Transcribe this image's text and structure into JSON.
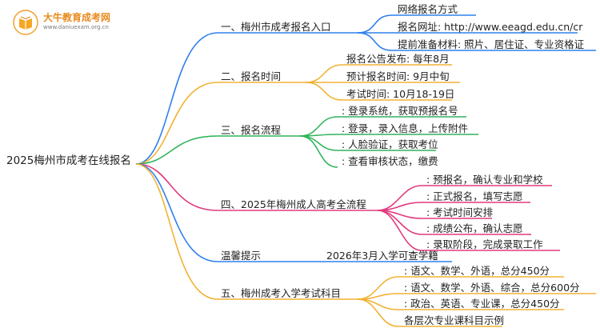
{
  "logo": {
    "title": "大牛教育成考网",
    "subtitle": "www.daniuexam.org.cn"
  },
  "mindmap": {
    "root": "2025梅州市成考在线报名",
    "colors": {
      "branch1": "#2f80ed",
      "branch2": "#f2b233",
      "branch3": "#2fb45a",
      "branch4": "#e23a7f",
      "branch5": "#2f80ed",
      "branch6": "#f2b233"
    },
    "branches": [
      {
        "label": "一、梅州市成考报名入口",
        "children": [
          "网络报名方式",
          "报名网址: http://www.eeagd.edu.cn/cr",
          "提前准备材料: 照片、居住证、专业资格证"
        ]
      },
      {
        "label": "二、报名时间",
        "children": [
          "报名公告发布: 每年8月",
          "预计报名时间: 9月中旬",
          "考试时间: 10月18-19日"
        ]
      },
      {
        "label": "三、报名流程",
        "children": [
          ": 登录系统，获取预报名号",
          ": 登录，录入信息，上传附件",
          ": 人脸验证，获取考位",
          ": 查看审核状态，缴费"
        ]
      },
      {
        "label": "四、2025年梅州成人高考全流程",
        "children": [
          ": 预报名，确认专业和学校",
          ": 正式报名，填写志愿",
          ": 考试时间安排",
          ": 成绩公布，确认志愿",
          ": 录取阶段，完成录取工作"
        ]
      },
      {
        "label": "温馨提示",
        "children": [
          "2026年3月入学可查学籍"
        ]
      },
      {
        "label": "五、梅州成考入学考试科目",
        "children": [
          ": 语文、数学、外语，总分450分",
          ": 语文、数学、外语、综合，总分600分",
          ": 政治、英语、专业课，总分450分",
          "各层次专业课科目示例"
        ]
      }
    ]
  }
}
